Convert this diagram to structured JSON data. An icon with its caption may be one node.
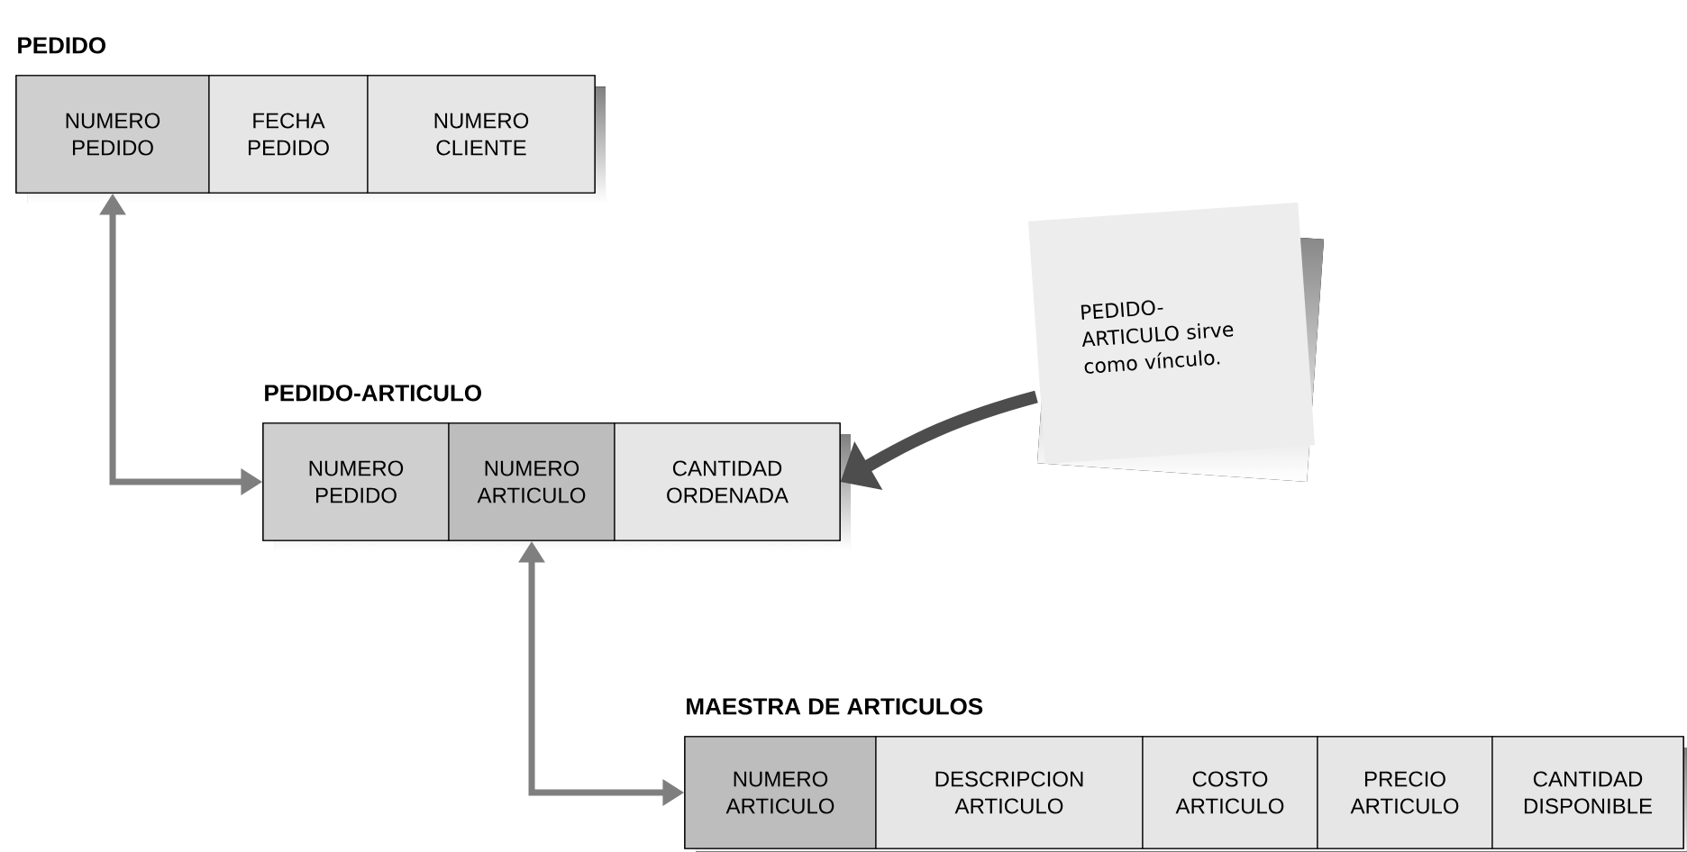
{
  "diagram": {
    "nodes": [
      {
        "text": [
          "PEDIDO"
        ]
      },
      {
        "text": [
          "NUMERO PEDIDO"
        ],
        "in": 0
      },
      {
        "text": [
          "FECHA PEDIDO"
        ],
        "in": 0
      },
      {
        "text": [
          "NUMERO CLIENTE"
        ],
        "in": 0
      },
      {
        "text": [
          "PEDIDO-ARTICULO"
        ]
      },
      {
        "text": [
          "NUMERO PEDIDO"
        ],
        "in": 4
      },
      {
        "text": [
          "NUMERO ARTICULO"
        ],
        "in": 4
      },
      {
        "text": [
          "CANTIDAD ORDENADA"
        ],
        "in": 4
      },
      {
        "text": [
          "PEDIDO-ARTICULO sirve como vínculo."
        ]
      },
      {
        "text": [
          "MAESTRA DE ARTICULOS"
        ]
      },
      {
        "text": [
          "NUMERO ARTICULO"
        ],
        "in": 9
      },
      {
        "text": [
          "DESCRIPCION ARTICULO"
        ],
        "in": 9
      },
      {
        "text": [
          "COSTO ARTICULO"
        ],
        "in": 9
      },
      {
        "text": [
          "PRECIO ARTICULO"
        ],
        "in": 9
      },
      {
        "text": [
          "CANTIDAD DISPONIBLE"
        ],
        "in": 9
      }
    ],
    "edges": [
      {
        "from": 1,
        "to": 5,
        "arrow": "both"
      },
      {
        "from": 6,
        "to": 10,
        "arrow": "both"
      },
      {
        "from": 8,
        "to": 7,
        "arrow": "to",
        "style": "thick",
        "color": "#4d4d4d"
      }
    ]
  }
}
